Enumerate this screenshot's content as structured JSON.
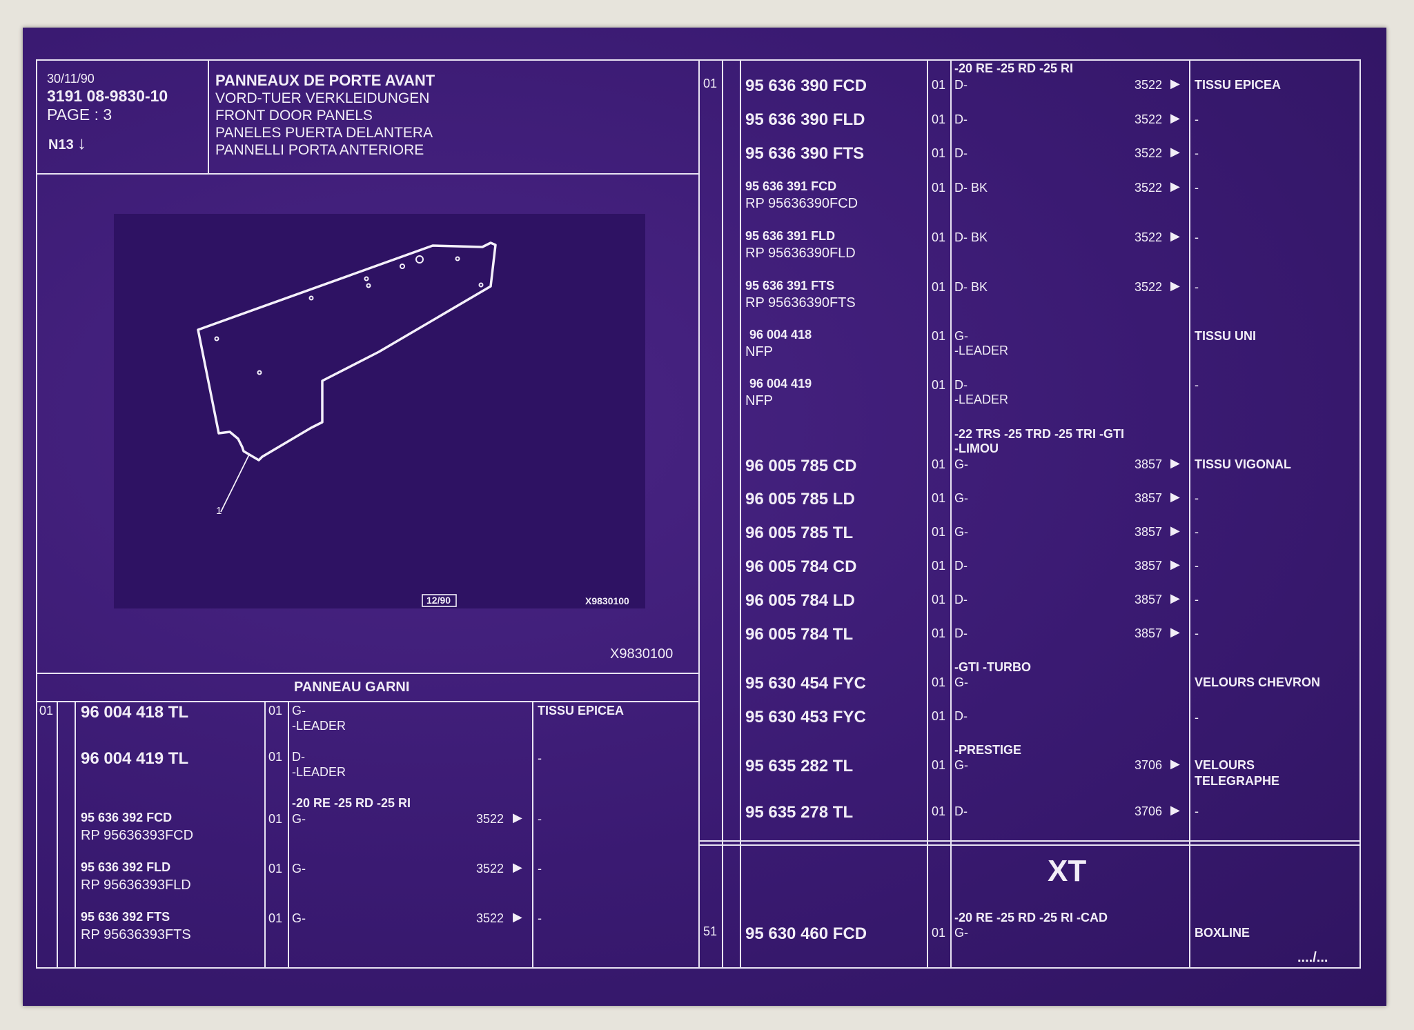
{
  "header": {
    "date": "30/11/90",
    "ref": "3191  08-9830-10",
    "page": "PAGE : 3",
    "n13": "N13",
    "title": "PANNEAUX DE PORTE AVANT",
    "subtitles": [
      "VORD-TUER VERKLEIDUNGEN",
      "FRONT DOOR PANELS",
      "PANELES PUERTA DELANTERA",
      "PANNELLI PORTA ANTERIORE"
    ]
  },
  "drawing": {
    "callout": "1",
    "stamp": "12/90",
    "code_inner": "X9830100",
    "code_outer": "X9830100"
  },
  "left_table": {
    "heading": "PANNEAU GARNI",
    "qty_col": "01",
    "rows": [
      {
        "part": "96 004 418 TL",
        "rp": "",
        "qty": "01",
        "cond": "",
        "side": "G-",
        "note": "-LEADER",
        "code": "",
        "desc": "TISSU EPICEA"
      },
      {
        "part": "96 004 419 TL",
        "rp": "",
        "qty": "01",
        "cond": "",
        "side": "D-",
        "note": "-LEADER",
        "code": "",
        "desc": "-"
      },
      {
        "part": "95 636 392 FCD",
        "rp": "RP  95636393FCD",
        "qty": "01",
        "cond": "-20 RE -25 RD -25 RI",
        "side": "G-",
        "note": "",
        "code": "3522",
        "desc": "-"
      },
      {
        "part": "95 636 392 FLD",
        "rp": "RP  95636393FLD",
        "qty": "01",
        "cond": "",
        "side": "G-",
        "note": "",
        "code": "3522",
        "desc": "-"
      },
      {
        "part": "95 636 392 FTS",
        "rp": "RP  95636393FTS",
        "qty": "01",
        "cond": "",
        "side": "G-",
        "note": "",
        "code": "3522",
        "desc": "-"
      }
    ]
  },
  "right_table": {
    "qty_col": "01",
    "rows": [
      {
        "part": "95 636 390 FCD",
        "rp": "",
        "qty": "01",
        "cond": "-20 RE -25 RD -25 RI",
        "side": "D-",
        "note": "",
        "code": "3522",
        "desc": "TISSU EPICEA"
      },
      {
        "part": "95 636 390 FLD",
        "rp": "",
        "qty": "01",
        "cond": "",
        "side": "D-",
        "note": "",
        "code": "3522",
        "desc": "-"
      },
      {
        "part": "95 636 390 FTS",
        "rp": "",
        "qty": "01",
        "cond": "",
        "side": "D-",
        "note": "",
        "code": "3522",
        "desc": "-"
      },
      {
        "part": "95 636 391 FCD",
        "rp": "RP  95636390FCD",
        "qty": "01",
        "cond": "",
        "side": "D-   BK",
        "note": "",
        "code": "3522",
        "desc": "-"
      },
      {
        "part": "95 636 391 FLD",
        "rp": "RP  95636390FLD",
        "qty": "01",
        "cond": "",
        "side": "D-   BK",
        "note": "",
        "code": "3522",
        "desc": "-"
      },
      {
        "part": "95 636 391 FTS",
        "rp": "RP  95636390FTS",
        "qty": "01",
        "cond": "",
        "side": "D-   BK",
        "note": "",
        "code": "3522",
        "desc": "-"
      },
      {
        "part": "96 004 418",
        "rp": "NFP",
        "qty": "01",
        "cond": "",
        "side": "G-",
        "note": "-LEADER",
        "code": "",
        "desc": "TISSU UNI"
      },
      {
        "part": "96 004 419",
        "rp": "NFP",
        "qty": "01",
        "cond": "",
        "side": "D-",
        "note": "-LEADER",
        "code": "",
        "desc": "-"
      },
      {
        "part": "96 005 785 CD",
        "rp": "",
        "qty": "01",
        "cond": "-22 TRS -25 TRD -25 TRI -GTI",
        "cond2": "-LIMOU",
        "side": "G-",
        "note": "",
        "code": "3857",
        "desc": "TISSU VIGONAL"
      },
      {
        "part": "96 005 785 LD",
        "rp": "",
        "qty": "01",
        "cond": "",
        "side": "G-",
        "note": "",
        "code": "3857",
        "desc": "-"
      },
      {
        "part": "96 005 785 TL",
        "rp": "",
        "qty": "01",
        "cond": "",
        "side": "G-",
        "note": "",
        "code": "3857",
        "desc": "-"
      },
      {
        "part": "96 005 784 CD",
        "rp": "",
        "qty": "01",
        "cond": "",
        "side": "D-",
        "note": "",
        "code": "3857",
        "desc": "-"
      },
      {
        "part": "96 005 784 LD",
        "rp": "",
        "qty": "01",
        "cond": "",
        "side": "D-",
        "note": "",
        "code": "3857",
        "desc": "-"
      },
      {
        "part": "96 005 784 TL",
        "rp": "",
        "qty": "01",
        "cond": "",
        "side": "D-",
        "note": "",
        "code": "3857",
        "desc": "-"
      },
      {
        "part": "95 630 454 FYC",
        "rp": "",
        "qty": "01",
        "cond": "-GTI -TURBO",
        "side": "G-",
        "note": "",
        "code": "",
        "desc": "VELOURS CHEVRON"
      },
      {
        "part": "95 630 453 FYC",
        "rp": "",
        "qty": "01",
        "cond": "",
        "side": "D-",
        "note": "",
        "code": "",
        "desc": "-"
      },
      {
        "part": "95 635 282 TL",
        "rp": "",
        "qty": "01",
        "cond": "-PRESTIGE",
        "side": "G-",
        "note": "",
        "code": "3706",
        "desc": "VELOURS",
        "desc2": "TELEGRAPHE"
      },
      {
        "part": "95 635 278 TL",
        "rp": "",
        "qty": "01",
        "cond": "",
        "side": "D-",
        "note": "",
        "code": "3706",
        "desc": "-"
      }
    ]
  },
  "xt_section": {
    "heading": "XT",
    "qty_col": "51",
    "part": "95 630 460 FCD",
    "qty": "01",
    "cond": "-20 RE -25 RD -25 RI -CAD",
    "side": "G-",
    "desc": "BOXLINE"
  },
  "continuation": "..../..."
}
